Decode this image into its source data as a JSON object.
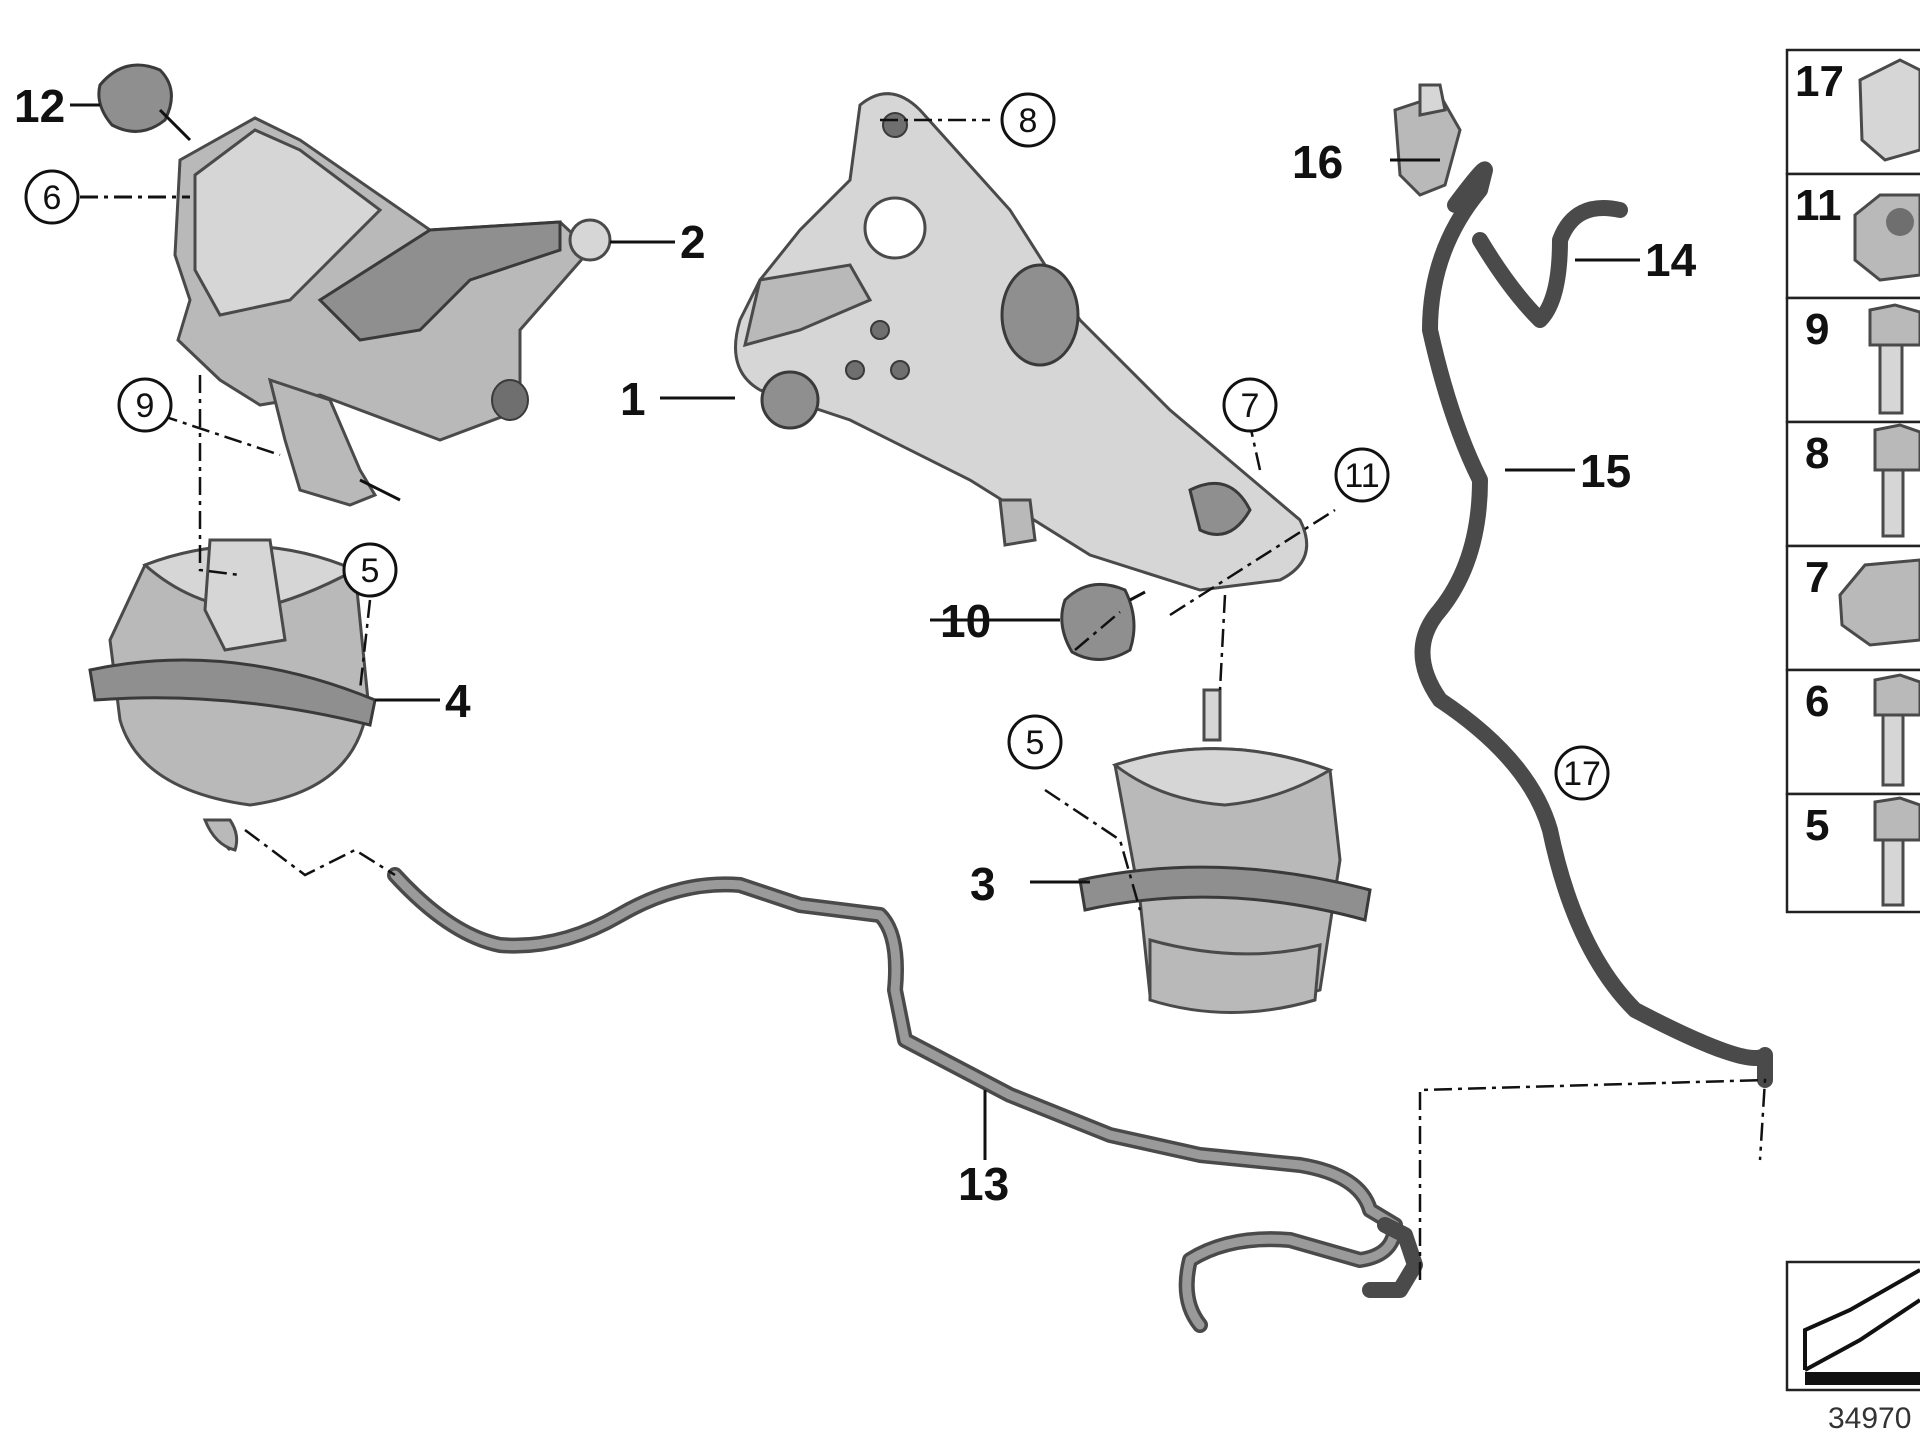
{
  "callouts": {
    "c1": "1",
    "c2": "2",
    "c3": "3",
    "c4": "4",
    "c5a": "5",
    "c5b": "5",
    "c6": "6",
    "c7": "7",
    "c8": "8",
    "c9": "9",
    "c10": "10",
    "c11": "11",
    "c12": "12",
    "c13": "13",
    "c14": "14",
    "c15": "15",
    "c16": "16",
    "c17": "17"
  },
  "side_panel": {
    "items": [
      {
        "number": "17",
        "icon": "clip-icon"
      },
      {
        "number": "11",
        "icon": "hex-nut-icon"
      },
      {
        "number": "9",
        "icon": "hex-bolt-icon"
      },
      {
        "number": "8",
        "icon": "flange-bolt-icon"
      },
      {
        "number": "7",
        "icon": "flange-nut-icon"
      },
      {
        "number": "6",
        "icon": "hex-bolt-icon"
      },
      {
        "number": "5",
        "icon": "flange-bolt-icon"
      }
    ]
  },
  "doc_number": "34970",
  "colors": {
    "part": "#b9b9b9",
    "line": "#111111",
    "hose": "#4a4a4a"
  }
}
